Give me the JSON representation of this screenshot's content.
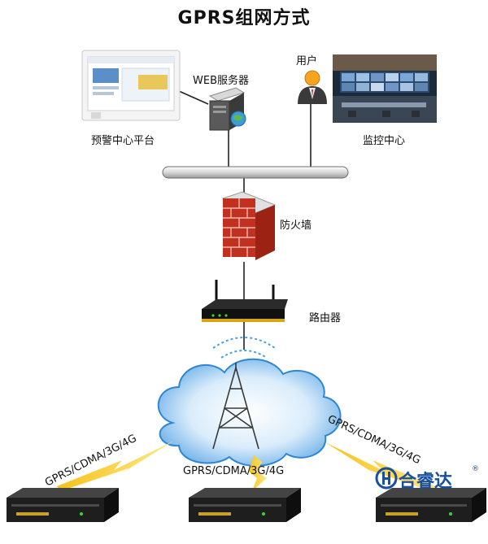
{
  "title": "GPRS组网方式",
  "nodes": {
    "web_server": "WEB服务器",
    "user": "用户",
    "platform": "预警中心平台",
    "monitor": "监控中心",
    "firewall": "防火墙",
    "router": "路由器"
  },
  "links": {
    "left": "GPRS/CDMA/3G/4G",
    "center": "GPRS/CDMA/3G/4G",
    "right": "GPRS/CDMA/3G/4G"
  },
  "brand": {
    "name": "合睿达",
    "mark": "®",
    "color": "#1a4fa0"
  },
  "icons": [
    "platform-screen-icon",
    "server-icon",
    "user-icon",
    "monitor-room-icon",
    "firewall-icon",
    "router-icon",
    "cloud-icon",
    "tower-icon",
    "device-icon",
    "lightning-icon",
    "brand-logo-icon"
  ]
}
